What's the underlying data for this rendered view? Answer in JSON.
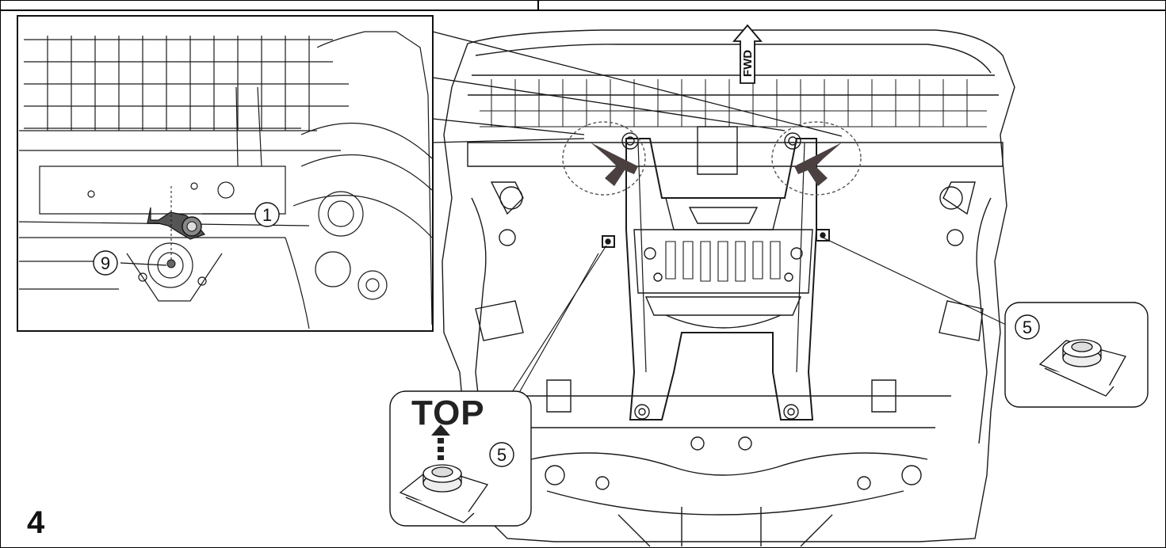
{
  "step": {
    "number": "4"
  },
  "callouts": {
    "part_1": "1",
    "part_9": "9",
    "part_5_right": "5",
    "part_5_left": "5"
  },
  "labels": {
    "fwd": "FWD",
    "top": "TOP"
  },
  "colors": {
    "line": "#111111",
    "arrow_fill": "#4a4040",
    "dashed_circle": "#555555",
    "background": "#ffffff"
  }
}
